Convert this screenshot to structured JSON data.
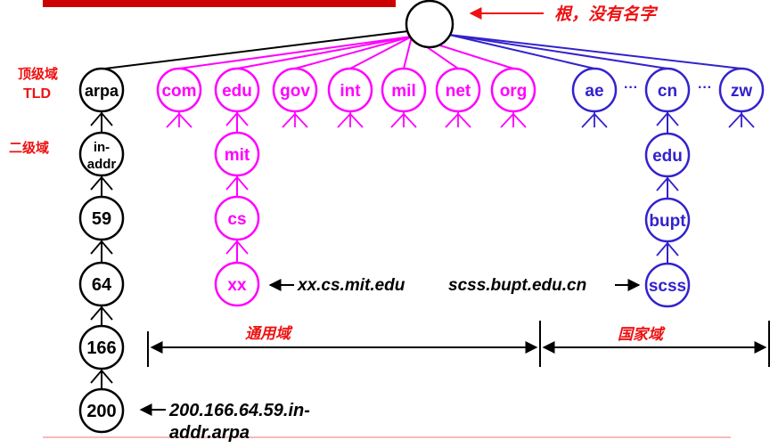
{
  "colors": {
    "black": "#000000",
    "generic": "#ff00ff",
    "country": "#3322cc",
    "label_red": "#ee1111",
    "topbar": "#cc0000"
  },
  "root_label": "根，没有名字",
  "level_labels": {
    "tld_cn": "顶级域",
    "tld_en": "TLD",
    "second": "二级域"
  },
  "arpa_chain": [
    {
      "label": "arpa"
    },
    {
      "label": "in-",
      "label2": "addr"
    },
    {
      "label": "59"
    },
    {
      "label": "64"
    },
    {
      "label": "166"
    },
    {
      "label": "200"
    }
  ],
  "generic_tlds": [
    "com",
    "edu",
    "gov",
    "int",
    "mil",
    "net",
    "org"
  ],
  "edu_chain": [
    "mit",
    "cs",
    "xx"
  ],
  "country_tlds": [
    "ae",
    "cn",
    "zw"
  ],
  "ellipsis": "···",
  "cn_chain": [
    "edu",
    "bupt",
    "scss"
  ],
  "annotations": {
    "xx_name": "xx.cs.mit.edu",
    "scss_name": "scss.bupt.edu.cn",
    "arpa_name_line1": "200.166.64.59.in-",
    "arpa_name_line2": "addr.arpa"
  },
  "domain_spans": {
    "generic": "通用域",
    "country": "国家域"
  }
}
